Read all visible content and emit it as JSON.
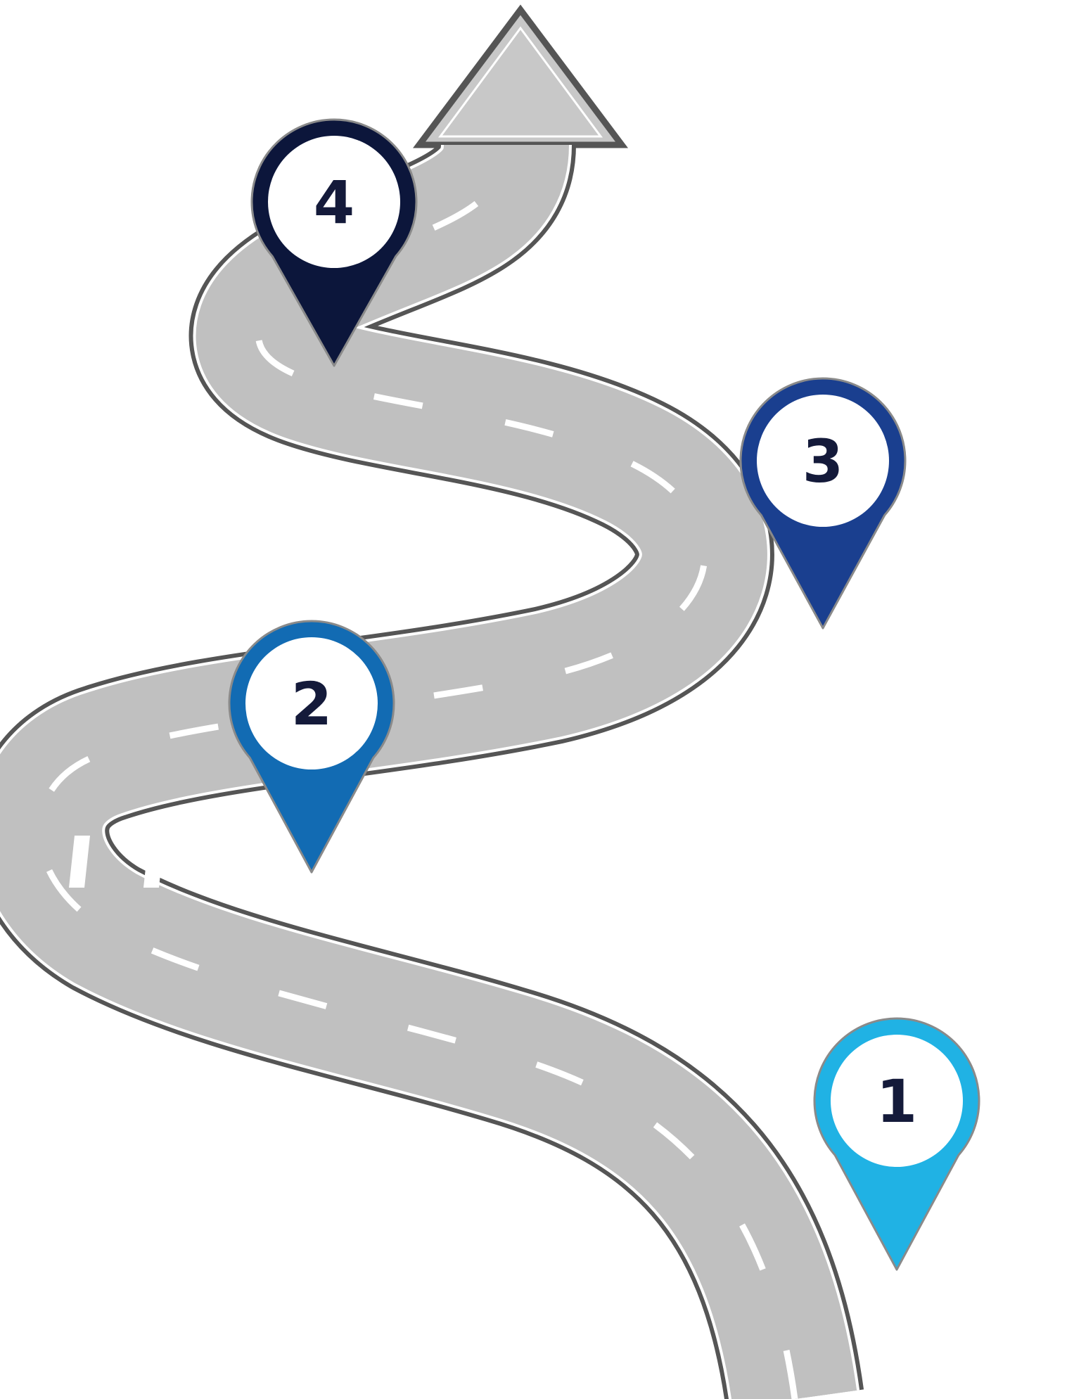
{
  "diagram": {
    "type": "winding-road-roadmap",
    "road_color": "#c0c0c0",
    "road_edge_color": "#555555",
    "lane_marking_color": "#ffffff",
    "arrow_icon": "up-arrow-icon",
    "number_color": "#141a3a",
    "milestones": [
      {
        "label": "1",
        "color": "#20b2e4",
        "icon": "map-pin-icon"
      },
      {
        "label": "2",
        "color": "#126bb3",
        "icon": "map-pin-icon"
      },
      {
        "label": "3",
        "color": "#1a3f8f",
        "icon": "map-pin-icon"
      },
      {
        "label": "4",
        "color": "#0c163b",
        "icon": "map-pin-icon"
      }
    ]
  }
}
